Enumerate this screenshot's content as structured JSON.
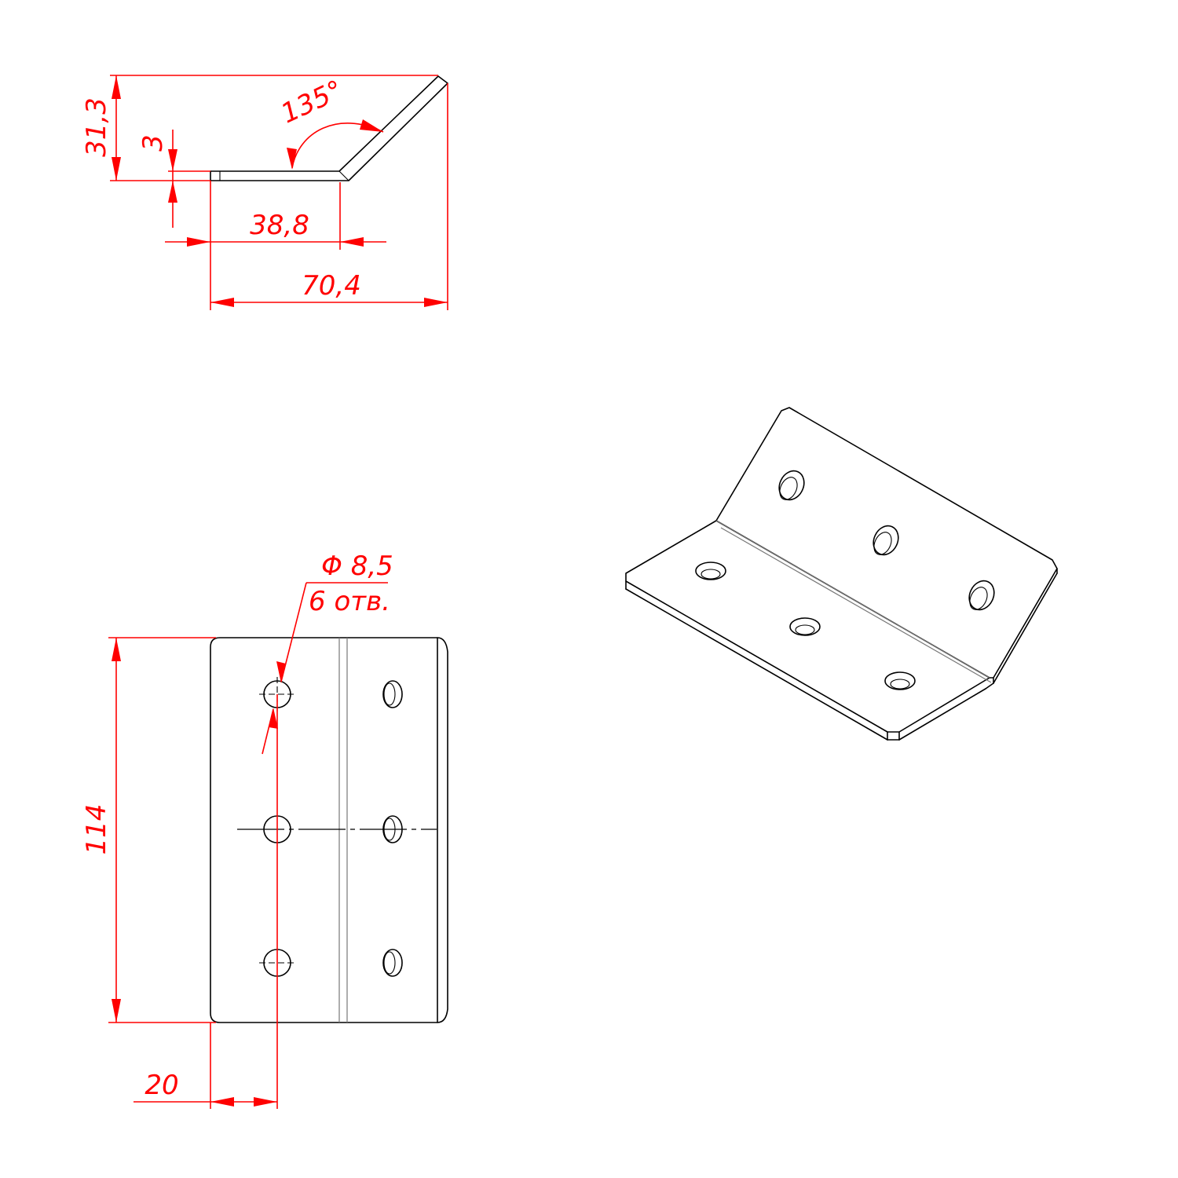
{
  "colors": {
    "dimension": "#ff0000",
    "part": "#000000",
    "fold_line": "#777777",
    "background": "#ffffff"
  },
  "views": {
    "side": {
      "height": "31,3",
      "thickness": "3",
      "flat_length": "38,8",
      "total_length": "70,4",
      "angle": "135°"
    },
    "top": {
      "hole_diameter": "Φ 8,5",
      "hole_count": "6 отв.",
      "height": "114",
      "hole_offset": "20"
    },
    "iso": {}
  }
}
